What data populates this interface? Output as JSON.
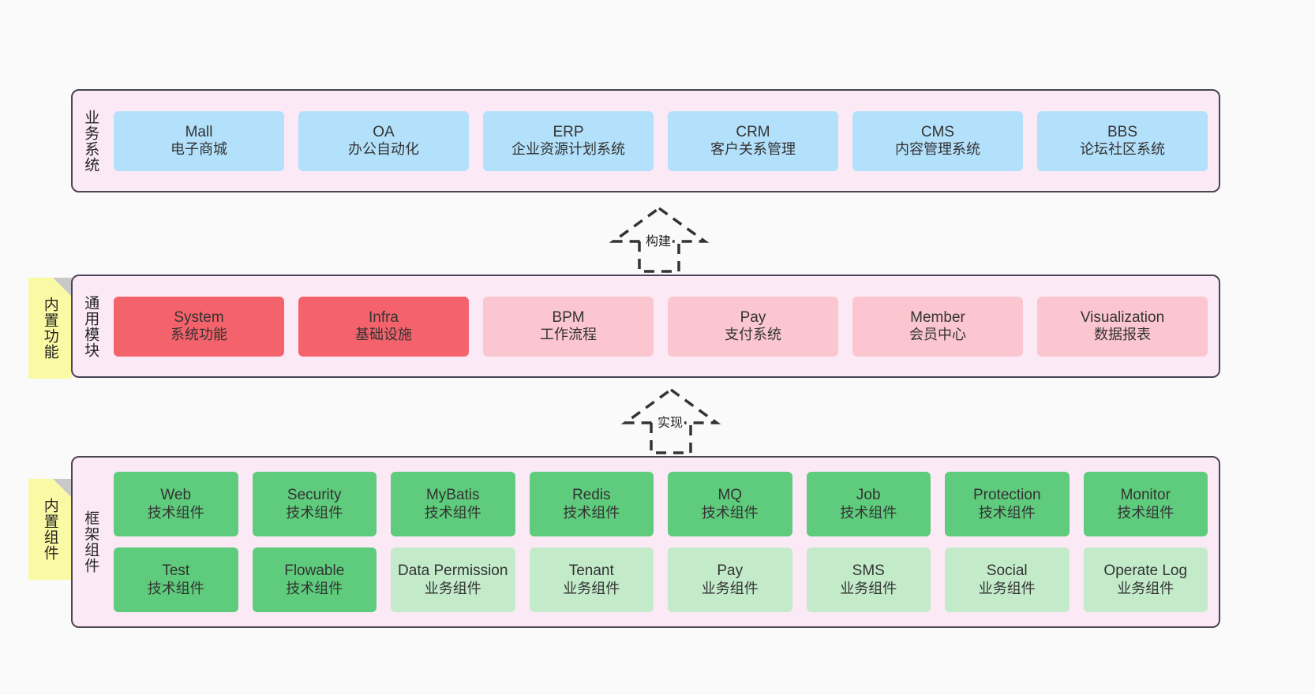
{
  "layers": [
    {
      "key": "business",
      "title": "业务系统",
      "cards": [
        {
          "name": "Mall",
          "desc": "电子商城",
          "color": "#b3e0fb",
          "variant": "c-blue"
        },
        {
          "name": "OA",
          "desc": "办公自动化",
          "color": "#b3e0fb",
          "variant": "c-blue"
        },
        {
          "name": "ERP",
          "desc": "企业资源计划系统",
          "color": "#b3e0fb",
          "variant": "c-blue"
        },
        {
          "name": "CRM",
          "desc": "客户关系管理",
          "color": "#b3e0fb",
          "variant": "c-blue"
        },
        {
          "name": "CMS",
          "desc": "内容管理系统",
          "color": "#b3e0fb",
          "variant": "c-blue"
        },
        {
          "name": "BBS",
          "desc": "论坛社区系统",
          "color": "#b3e0fb",
          "variant": "c-blue"
        }
      ]
    },
    {
      "key": "common",
      "title": "通用模块",
      "note": "内置功能",
      "cards": [
        {
          "name": "System",
          "desc": "系统功能",
          "color": "#f4636b",
          "variant": "c-red"
        },
        {
          "name": "Infra",
          "desc": "基础设施",
          "color": "#f4636b",
          "variant": "c-red"
        },
        {
          "name": "BPM",
          "desc": "工作流程",
          "color": "#fbc6cf",
          "variant": "c-pink"
        },
        {
          "name": "Pay",
          "desc": "支付系统",
          "color": "#fbc6cf",
          "variant": "c-pink"
        },
        {
          "name": "Member",
          "desc": "会员中心",
          "color": "#fbc6cf",
          "variant": "c-pink"
        },
        {
          "name": "Visualization",
          "desc": "数据报表",
          "color": "#fbc6cf",
          "variant": "c-pink"
        }
      ]
    },
    {
      "key": "frame",
      "title": "框架组件",
      "note": "内置组件",
      "cards_row1": [
        {
          "name": "Web",
          "desc": "技术组件",
          "color": "#5fcb7c",
          "variant": "c-green"
        },
        {
          "name": "Security",
          "desc": "技术组件",
          "color": "#5fcb7c",
          "variant": "c-green"
        },
        {
          "name": "MyBatis",
          "desc": "技术组件",
          "color": "#5fcb7c",
          "variant": "c-green"
        },
        {
          "name": "Redis",
          "desc": "技术组件",
          "color": "#5fcb7c",
          "variant": "c-green"
        },
        {
          "name": "MQ",
          "desc": "技术组件",
          "color": "#5fcb7c",
          "variant": "c-green"
        },
        {
          "name": "Job",
          "desc": "技术组件",
          "color": "#5fcb7c",
          "variant": "c-green"
        },
        {
          "name": "Protection",
          "desc": "技术组件",
          "color": "#5fcb7c",
          "variant": "c-green"
        },
        {
          "name": "Monitor",
          "desc": "技术组件",
          "color": "#5fcb7c",
          "variant": "c-green"
        }
      ],
      "cards_row2": [
        {
          "name": "Test",
          "desc": "技术组件",
          "color": "#5fcb7c",
          "variant": "c-green"
        },
        {
          "name": "Flowable",
          "desc": "技术组件",
          "color": "#5fcb7c",
          "variant": "c-green"
        },
        {
          "name": "Data Permission",
          "desc": "业务组件",
          "color": "#c3ebca",
          "variant": "c-green-light"
        },
        {
          "name": "Tenant",
          "desc": "业务组件",
          "color": "#c3ebca",
          "variant": "c-green-light"
        },
        {
          "name": "Pay",
          "desc": "业务组件",
          "color": "#c3ebca",
          "variant": "c-green-light"
        },
        {
          "name": "SMS",
          "desc": "业务组件",
          "color": "#c3ebca",
          "variant": "c-green-light"
        },
        {
          "name": "Social",
          "desc": "业务组件",
          "color": "#c3ebca",
          "variant": "c-green-light"
        },
        {
          "name": "Operate Log",
          "desc": "业务组件",
          "color": "#c3ebca",
          "variant": "c-green-light"
        }
      ]
    }
  ],
  "connectors": [
    {
      "key": "build",
      "label": "构建",
      "style": "dashed-generalization",
      "direction": "up"
    },
    {
      "key": "impl",
      "label": "实现",
      "style": "dashed-generalization",
      "direction": "up"
    }
  ],
  "palette": {
    "background": "#fafafa",
    "band_fill": "#fbeaf5",
    "band_border": "#4b4453",
    "note_fill": "#fbfaa4",
    "note_fold": "#c9c9c9",
    "text": "#222222"
  }
}
